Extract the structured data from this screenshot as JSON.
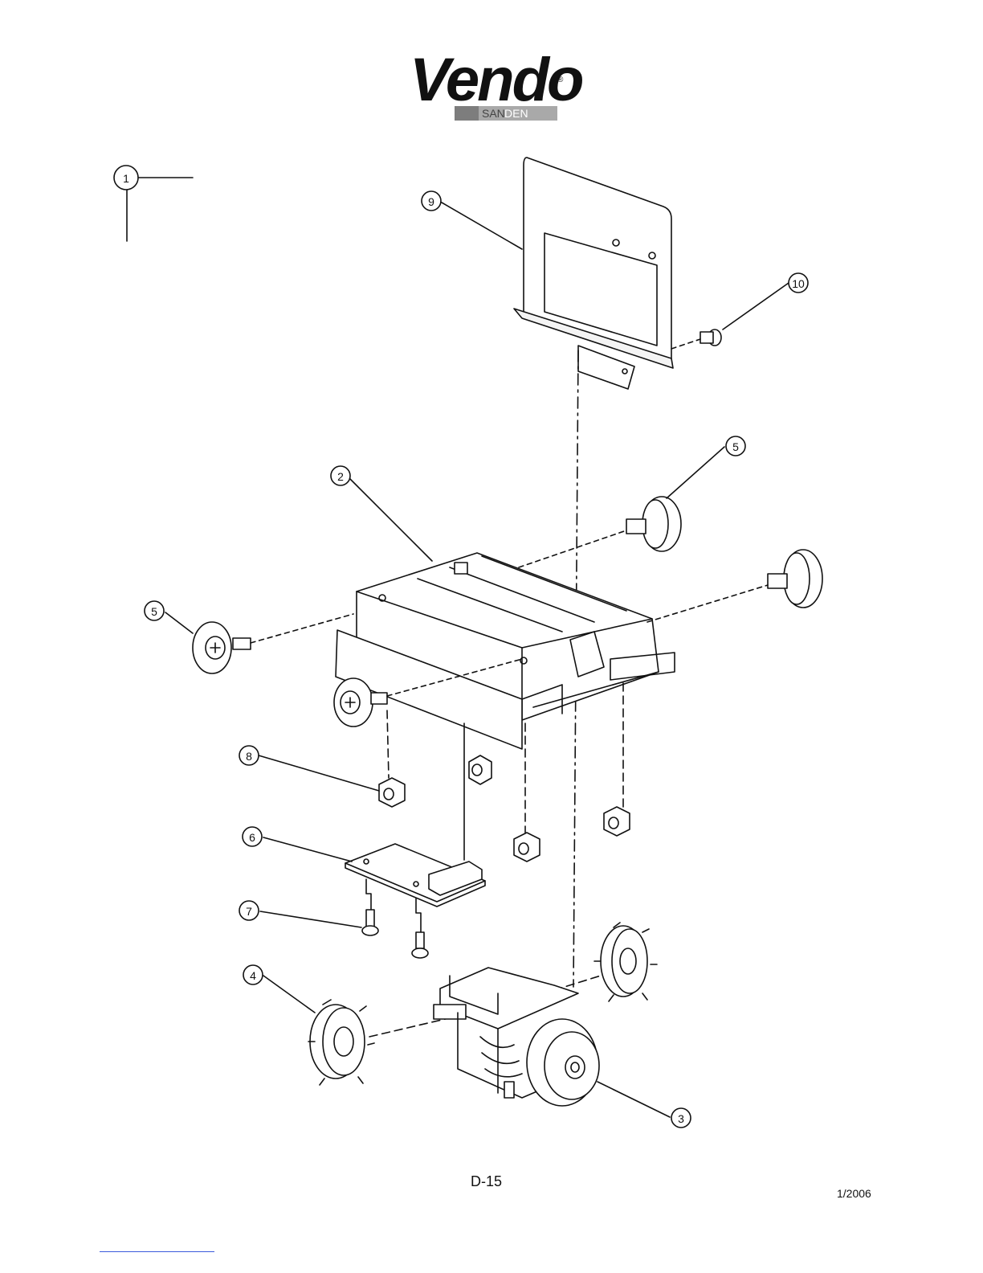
{
  "logo": {
    "brand": "Vendo",
    "registered": "®",
    "sub_left": "SAN",
    "sub_right": "DEN"
  },
  "callouts": {
    "c1": "1",
    "c2": "2",
    "c3": "3",
    "c4": "4",
    "c5a": "5",
    "c5b": "5",
    "c6": "6",
    "c7": "7",
    "c8": "8",
    "c9": "9",
    "c10": "10"
  },
  "footer": {
    "page": "D-15",
    "date": "1/2006"
  },
  "colors": {
    "line": "#111111",
    "logo_gray": "#a9a9a9",
    "link_rule": "#3b5bdb"
  }
}
